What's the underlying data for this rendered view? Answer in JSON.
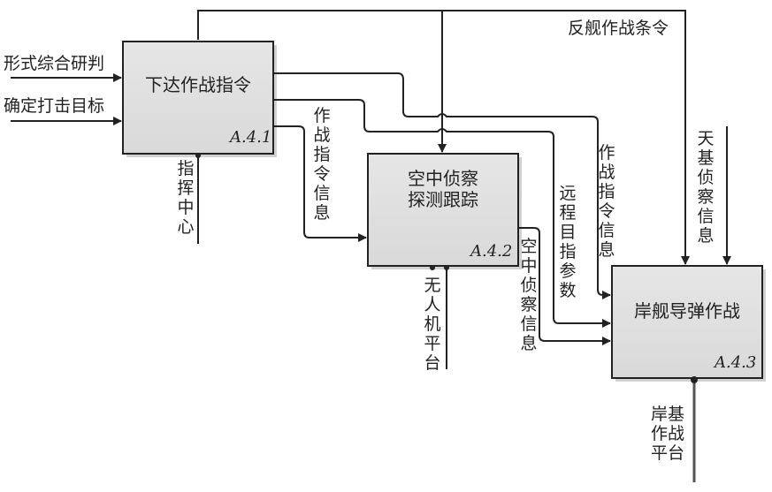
{
  "nodes": [
    {
      "id": "A.4.1",
      "title": "下达作战指令"
    },
    {
      "id": "A.4.2",
      "title_line1": "空中侦察",
      "title_line2": "探测跟踪"
    },
    {
      "id": "A.4.3",
      "title": "岸舰导弹作战"
    }
  ],
  "inputs": {
    "situation": "形式综合研判",
    "target": "确定打击目标"
  },
  "controls": {
    "anti_ship_order": "反舰作战条令",
    "space_recon": "天基侦察信息"
  },
  "flows": {
    "combat_order_to_recon": "作战指令信息",
    "combat_order_to_missile": "作战指令信息",
    "remote_target_params": "远程目指参数",
    "air_recon_info": "空中侦察信息"
  },
  "mechanisms": {
    "command_center": "指挥中心",
    "uav_platform": "无人机平台",
    "shore_platform": "岸基作战平台"
  }
}
